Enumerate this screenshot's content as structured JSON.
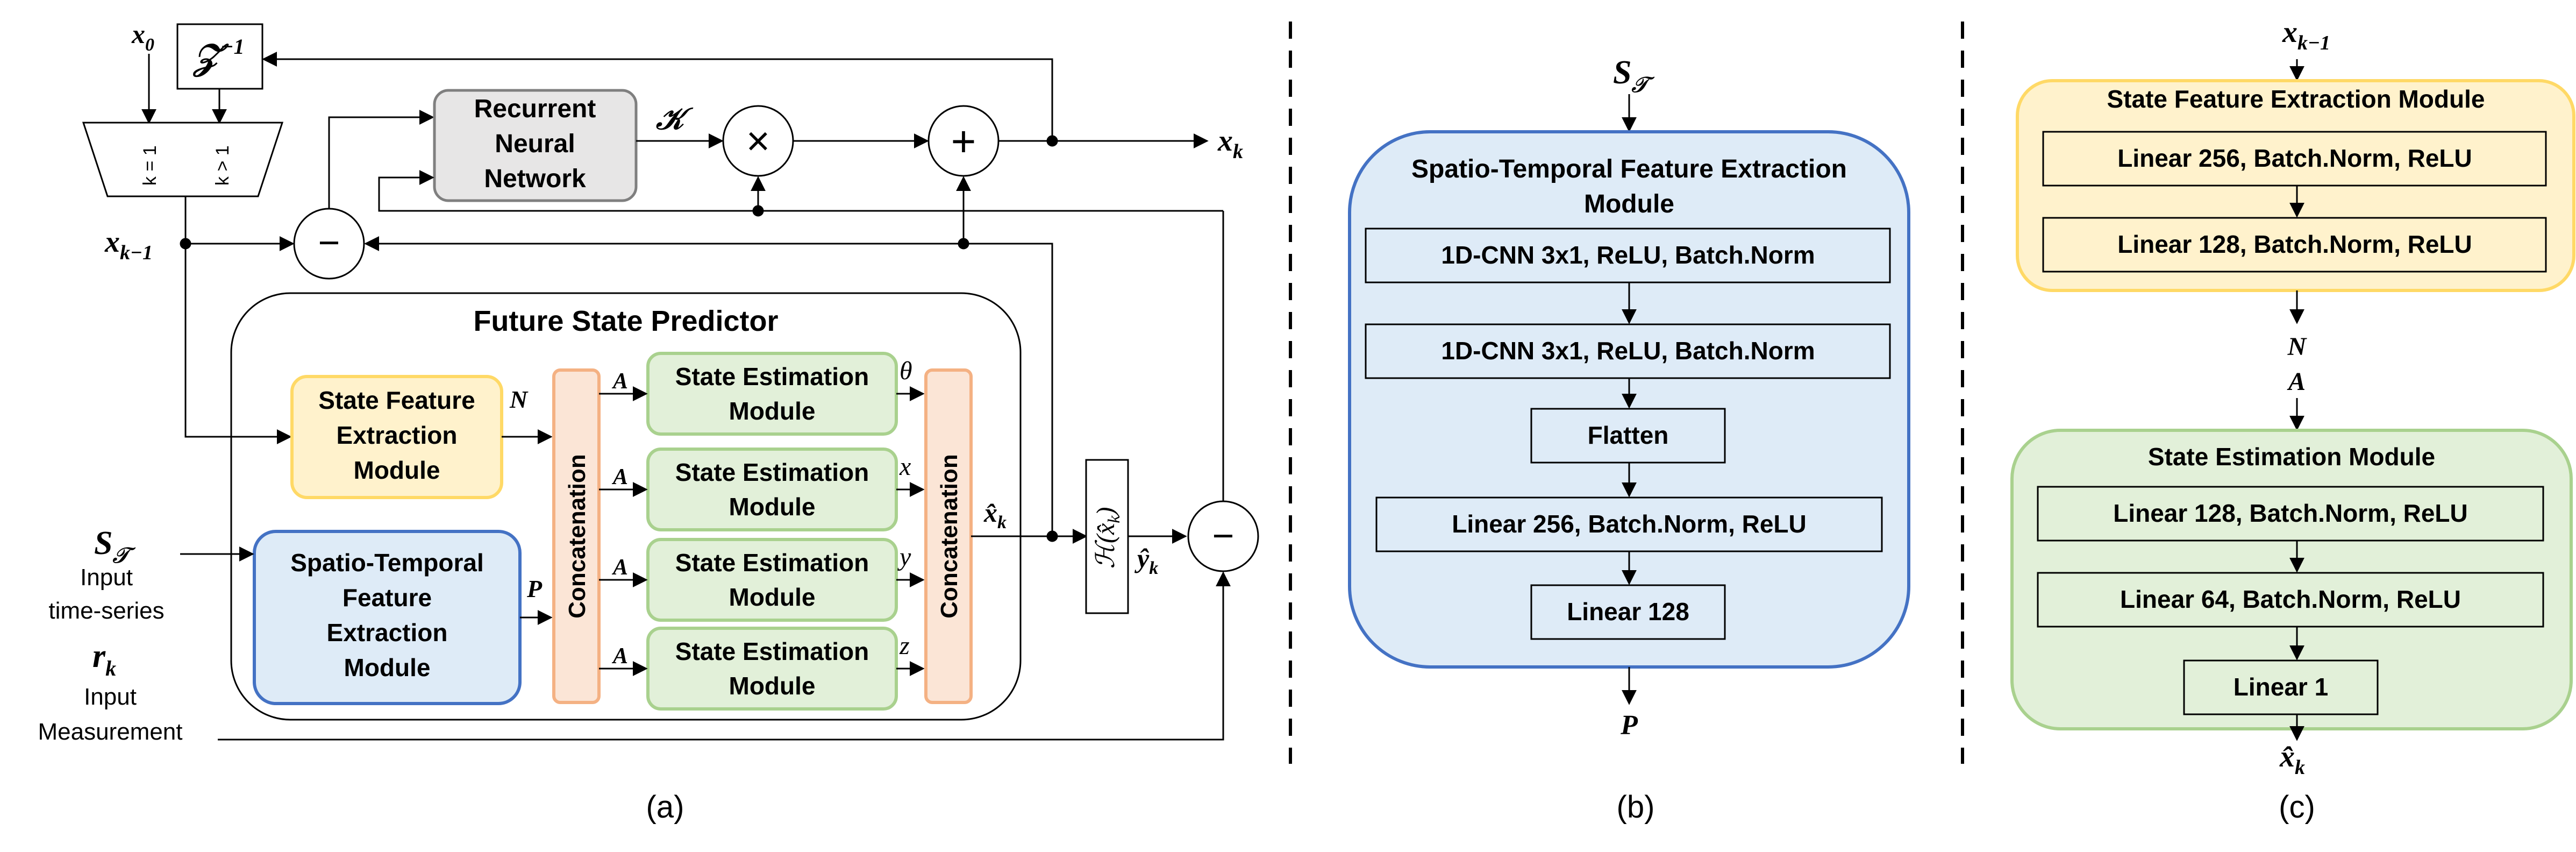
{
  "colors": {
    "yellow_fill": "#FFF2CC",
    "yellow_stroke": "#FFD966",
    "blue_fill": "#DEEBF7",
    "blue_stroke": "#4472C4",
    "green_fill": "#E2F0D9",
    "green_stroke": "#A9D18E",
    "orange_fill": "#FBE5D6",
    "orange_stroke": "#F4B183",
    "gray_fill": "#E7E6E6",
    "gray_stroke": "#7F7F7F"
  },
  "panel_a": {
    "caption": "(a)",
    "x0": "x",
    "x0_sub": "0",
    "delay_label": "𝒵",
    "delay_sup": "−1",
    "switch_k1": "k = 1",
    "switch_kgt1": "k > 1",
    "xkm1": "x",
    "xkm1_sub": "k−1",
    "rnn_lines": [
      "Recurrent",
      "Neural",
      "Network"
    ],
    "kalman_symbol": "𝒦",
    "times_symbol": "×",
    "plus_symbol": "+",
    "minus_symbol": "−",
    "xk": "x",
    "xk_sub": "k",
    "fsp_title": "Future State Predictor",
    "sfe_lines": [
      "State Feature",
      "Extraction",
      "Module"
    ],
    "stfe_lines": [
      "Spatio-Temporal",
      "Feature",
      "Extraction",
      "Module"
    ],
    "N": "N",
    "P": "P",
    "concat1": "Concatenation",
    "concat2": "Concatenation",
    "A": "A",
    "sem_lines": [
      "State Estimation",
      "Module"
    ],
    "outputs": [
      "θ",
      "x",
      "y",
      "z"
    ],
    "xhat": "x̂",
    "xhat_sub": "k",
    "H_label": "ℋ(x̂",
    "H_sub": "k",
    "H_close": ")",
    "yhat": "ŷ",
    "yhat_sub": "k",
    "S": "S",
    "S_sub": "𝒯",
    "S_desc": [
      "Input",
      "time-series"
    ],
    "r": "r",
    "r_sub": "k",
    "r_desc": [
      "Input",
      "Measurement"
    ]
  },
  "panel_b": {
    "caption": "(b)",
    "input": "S",
    "input_sub": "𝒯",
    "title_lines": [
      "Spatio-Temporal Feature Extraction",
      "Module"
    ],
    "layers": [
      "1D-CNN 3x1, ReLU, Batch.Norm",
      "1D-CNN 3x1, ReLU, Batch.Norm",
      "Flatten",
      "Linear 256, Batch.Norm, ReLU",
      "Linear 128"
    ],
    "output": "P"
  },
  "panel_c": {
    "caption": "(c)",
    "input": "x",
    "input_sub": "k−1",
    "sfe_title": "State Feature Extraction Module",
    "sfe_layers": [
      "Linear 256, Batch.Norm, ReLU",
      "Linear 128, Batch.Norm, ReLU"
    ],
    "N": "N",
    "A": "A",
    "sem_title": "State Estimation Module",
    "sem_layers": [
      "Linear 128, Batch.Norm, ReLU",
      "Linear 64, Batch.Norm, ReLU",
      "Linear 1"
    ],
    "output": "x̂",
    "output_sub": "k"
  }
}
